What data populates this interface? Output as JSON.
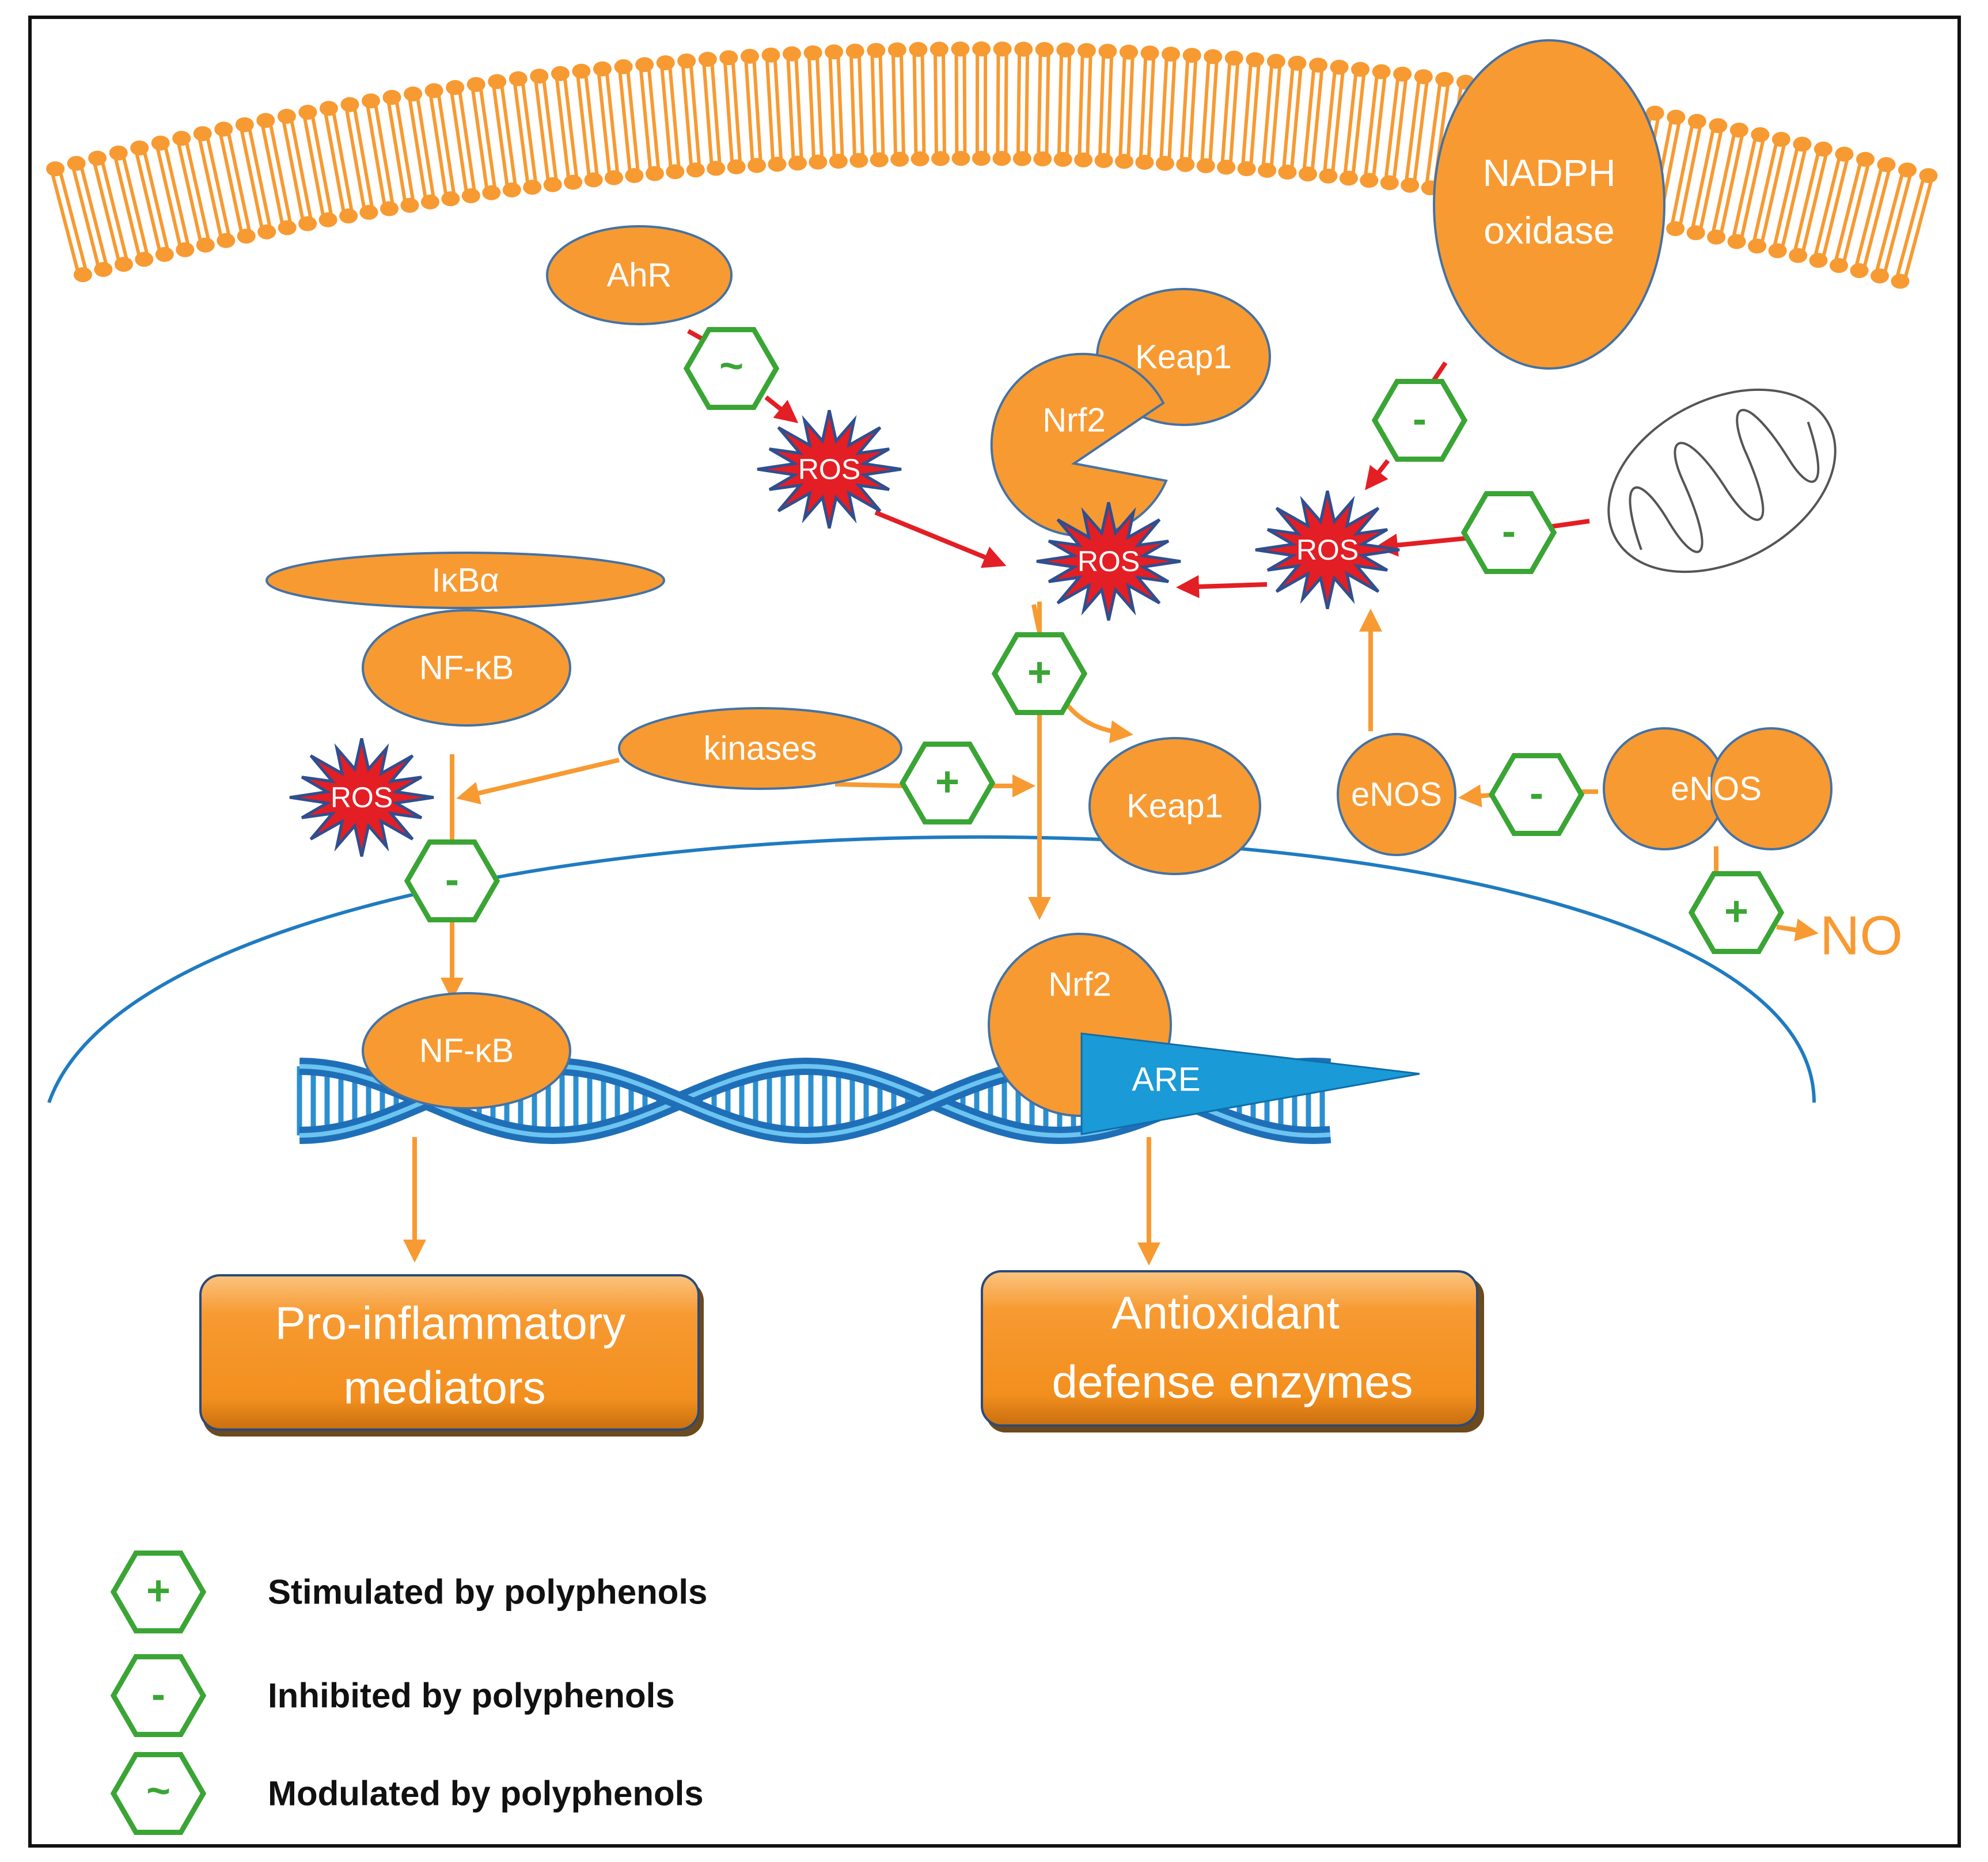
{
  "colors": {
    "orange": "#f79a32",
    "outline": "#4472a4",
    "ros_red": "#e31e24",
    "ros_border": "#2f4f8f",
    "green": "#3aa535",
    "red_arrow": "#e31e24",
    "blue": "#1a9ad6"
  },
  "labels": {
    "ahr": "AhR",
    "nadph_line1": "NADPH",
    "nadph_line2": "oxidase",
    "keap1_top": "Keap1",
    "nrf2_top": "Nrf2",
    "ros": "ROS",
    "ikba": "IκBα",
    "nfkb_top": "NF-κB",
    "kinases": "kinases",
    "keap1_bottom": "Keap1",
    "enos_single": "eNOS",
    "enos_dimer": "eNOS",
    "no": "NO",
    "nfkb_nucleus": "NF-κB",
    "nrf2_nucleus": "Nrf2",
    "are": "ARE"
  },
  "symbols": {
    "plus": "+",
    "minus": "-",
    "tilde": "~"
  },
  "outputs": {
    "pro_line1": "Pro-inflammatory",
    "pro_line2": "mediators",
    "anti_line1": "Antioxidant",
    "anti_line2": "defense enzymes"
  },
  "legend": {
    "items": [
      {
        "symbol": "+",
        "text": "Stimulated by polyphenols"
      },
      {
        "symbol": "-",
        "text": "Inhibited by polyphenols"
      },
      {
        "symbol": "~",
        "text": "Modulated by polyphenols"
      }
    ]
  }
}
